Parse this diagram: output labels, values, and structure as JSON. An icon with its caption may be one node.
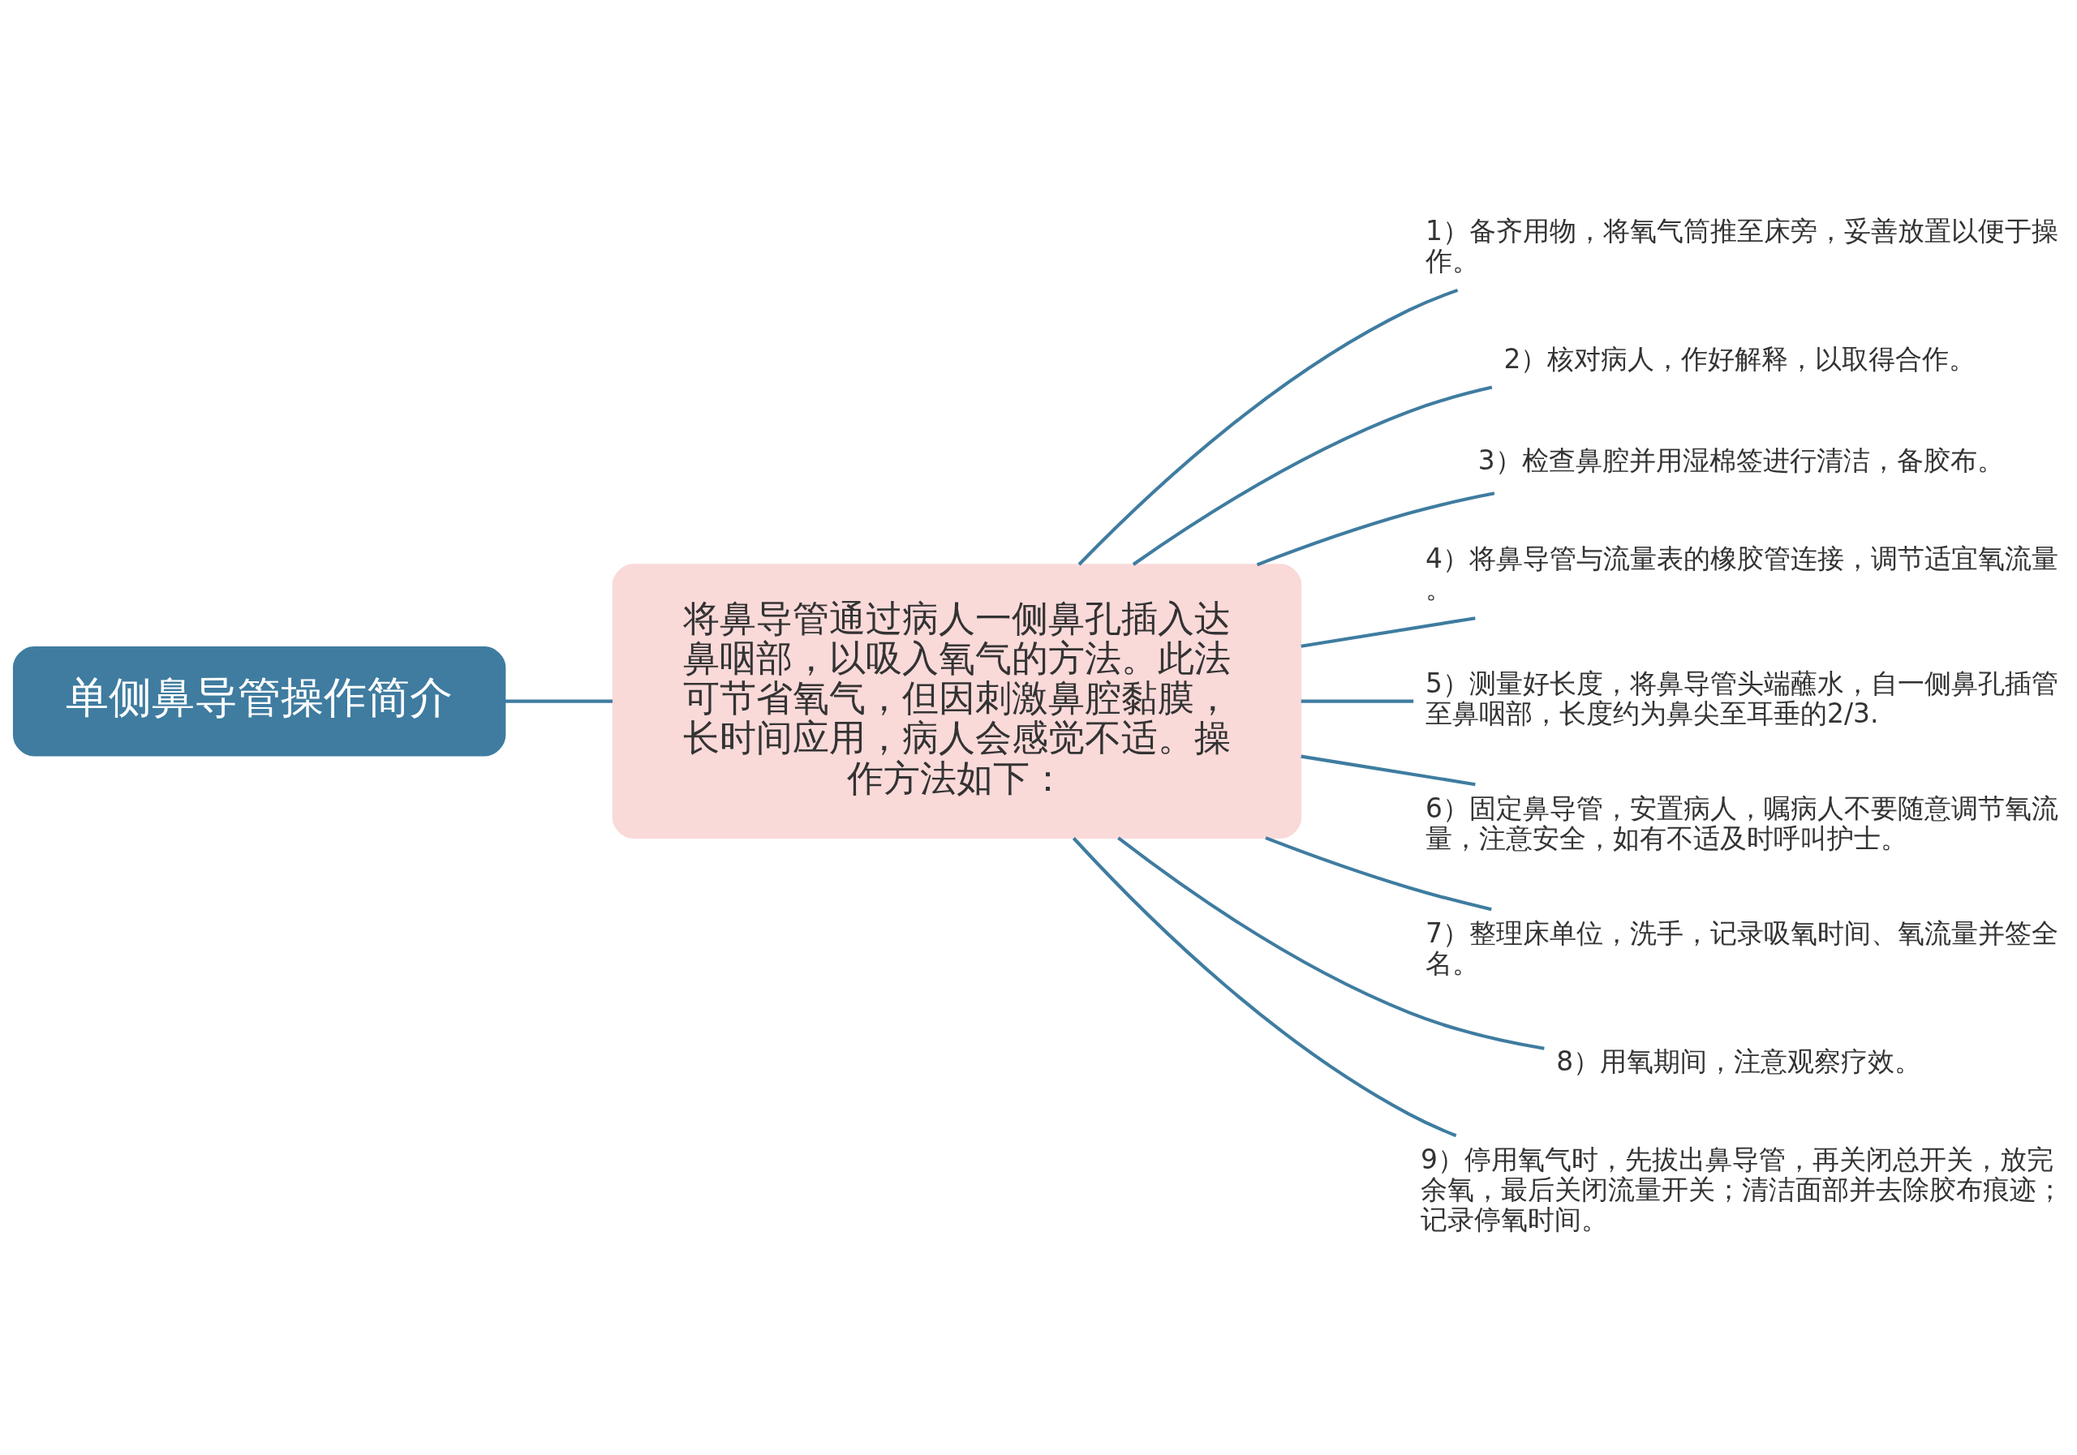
{
  "diagram": {
    "nodes": [
      {
        "text": [
          "单侧鼻导管操作简介"
        ]
      },
      {
        "text": [
          "将鼻导管通过病人一侧鼻孔插入达鼻咽部，以吸入氧气的方法。此法可节省氧气，但因刺激鼻腔黏膜，长时间应用，病人会感觉不适。操作方法如下："
        ]
      },
      {
        "text": [
          "1）备齐用物，将氧气筒推至床旁，妥善放置以便于操作。"
        ]
      },
      {
        "text": [
          "2）核对病人，作好解释，以取得合作。"
        ]
      },
      {
        "text": [
          "3）检查鼻腔并用湿棉签进行清洁，备胶布。"
        ]
      },
      {
        "text": [
          "4）将鼻导管与流量表的橡胶管连接，调节适宜氧流量。"
        ]
      },
      {
        "text": [
          "5）测量好长度，将鼻导管头端蘸水，自一侧鼻孔插管至鼻咽部，长度约为鼻尖至耳垂的2/3."
        ]
      },
      {
        "text": [
          "6）固定鼻导管，安置病人，嘱病人不要随意调节氧流量，注意安全，如有不适及时呼叫护士。"
        ]
      },
      {
        "text": [
          "7）整理床单位，洗手，记录吸氧时间、氧流量并签全名。"
        ]
      },
      {
        "text": [
          "8）用氧期间，注意观察疗效。"
        ]
      },
      {
        "text": [
          "9）停用氧气时，先拔出鼻导管，再关闭总开关，放完余氧，最后关闭流量开关；清洁面部并去除胶布痕迹；记录停氧时间。"
        ]
      }
    ],
    "edges": [
      {
        "from": 0,
        "to": 1,
        "arrow": "none"
      },
      {
        "from": 1,
        "to": 2,
        "arrow": "none"
      },
      {
        "from": 1,
        "to": 3,
        "arrow": "none"
      },
      {
        "from": 1,
        "to": 4,
        "arrow": "none"
      },
      {
        "from": 1,
        "to": 5,
        "arrow": "none"
      },
      {
        "from": 1,
        "to": 6,
        "arrow": "none"
      },
      {
        "from": 1,
        "to": 7,
        "arrow": "none"
      },
      {
        "from": 1,
        "to": 8,
        "arrow": "none"
      },
      {
        "from": 1,
        "to": 9,
        "arrow": "none"
      },
      {
        "from": 1,
        "to": 10,
        "arrow": "none"
      }
    ]
  }
}
